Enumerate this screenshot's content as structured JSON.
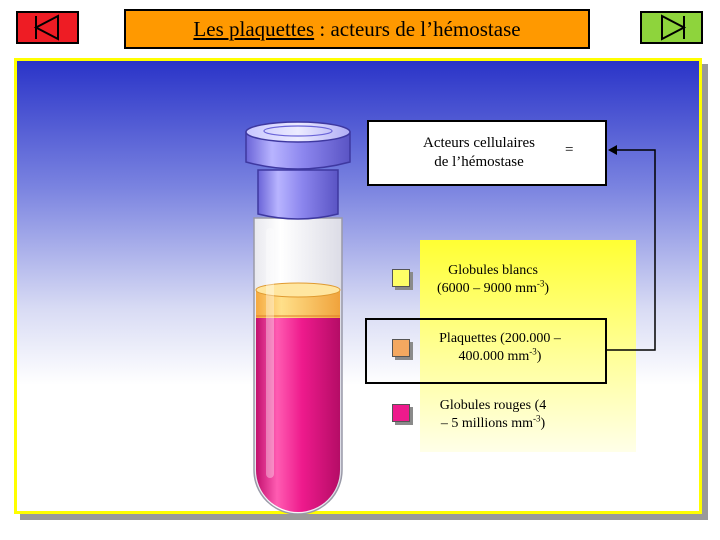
{
  "navigation": {
    "prev_icon": "triangle-left-icon",
    "next_icon": "triangle-right-icon",
    "prev_color": "#ee1c24",
    "next_color": "#8ed43c"
  },
  "title": {
    "underlined": "Les plaquettes",
    "rest": " : acteurs de l’hémostase"
  },
  "definition": {
    "text_line1": "Acteurs cellulaires",
    "text_line2": "de l’hémostase",
    "equals": "="
  },
  "legend": [
    {
      "name": "white-cells",
      "color": "#ffff66",
      "line1": "Globules blancs",
      "line2_pre": "(6000 – 9000 mm",
      "sup": "-3",
      "line2_post": ")"
    },
    {
      "name": "platelets",
      "color": "#f4a860",
      "line1": "Plaquettes (200.000 –",
      "line2_pre": "400.000 mm",
      "sup": "-3",
      "line2_post": ")"
    },
    {
      "name": "red-cells",
      "color": "#ee1a8c",
      "line1": "Globules rouges (4",
      "line2_pre": "– 5 millions mm",
      "sup": "-3",
      "line2_post": ")"
    }
  ],
  "tube_colors": {
    "cap": "#8c86ee",
    "plasma": "#ffffff",
    "buffy": "#ffd36a",
    "blood": "#ee1a8c"
  }
}
